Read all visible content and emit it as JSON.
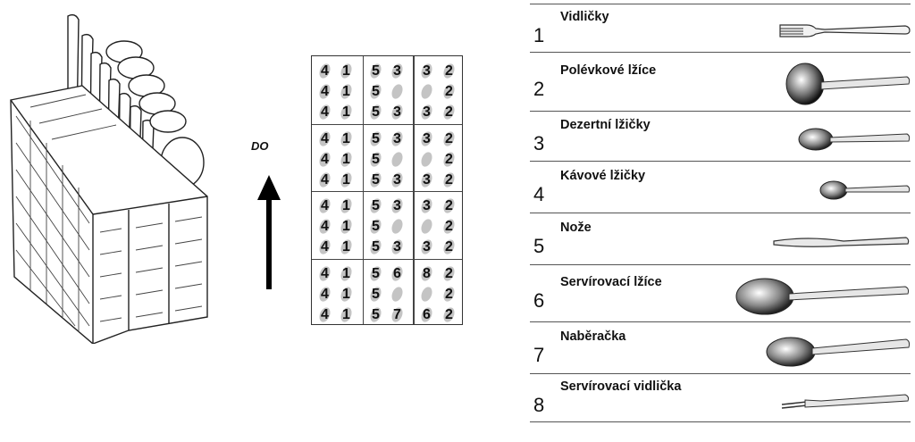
{
  "direction": {
    "label": "DO",
    "icon": "up-arrow-icon"
  },
  "basket": {
    "icon": "cutlery-basket-icon"
  },
  "grid": {
    "blocks": [
      [
        [
          "4",
          "1",
          "5",
          "3",
          "3",
          "2"
        ],
        [
          "4",
          "1",
          "5",
          "",
          "",
          "2"
        ],
        [
          "4",
          "1",
          "5",
          "3",
          "3",
          "2"
        ]
      ],
      [
        [
          "4",
          "1",
          "5",
          "3",
          "3",
          "2"
        ],
        [
          "4",
          "1",
          "5",
          "",
          "",
          "2"
        ],
        [
          "4",
          "1",
          "5",
          "3",
          "3",
          "2"
        ]
      ],
      [
        [
          "4",
          "1",
          "5",
          "3",
          "3",
          "2"
        ],
        [
          "4",
          "1",
          "5",
          "",
          "",
          "2"
        ],
        [
          "4",
          "1",
          "5",
          "3",
          "3",
          "2"
        ]
      ],
      [
        [
          "4",
          "1",
          "5",
          "6",
          "8",
          "2"
        ],
        [
          "4",
          "1",
          "5",
          "",
          "",
          "2"
        ],
        [
          "4",
          "1",
          "5",
          "7",
          "6",
          "2"
        ]
      ]
    ]
  },
  "legend": [
    {
      "number": "1",
      "name": "Vidličky",
      "icon": "fork-icon"
    },
    {
      "number": "2",
      "name": "Polévkové lžíce",
      "icon": "soup-ladle-icon"
    },
    {
      "number": "3",
      "name": "Dezertní lžičky",
      "icon": "dessert-spoon-icon"
    },
    {
      "number": "4",
      "name": "Kávové lžičky",
      "icon": "coffee-spoon-icon"
    },
    {
      "number": "5",
      "name": "Nože",
      "icon": "knife-icon"
    },
    {
      "number": "6",
      "name": "Servírovací lžíce",
      "icon": "serving-spoon-icon"
    },
    {
      "number": "7",
      "name": "Naběračka",
      "icon": "ladle-icon"
    },
    {
      "number": "8",
      "name": "Servírovací vidlička",
      "icon": "serving-fork-icon"
    }
  ]
}
